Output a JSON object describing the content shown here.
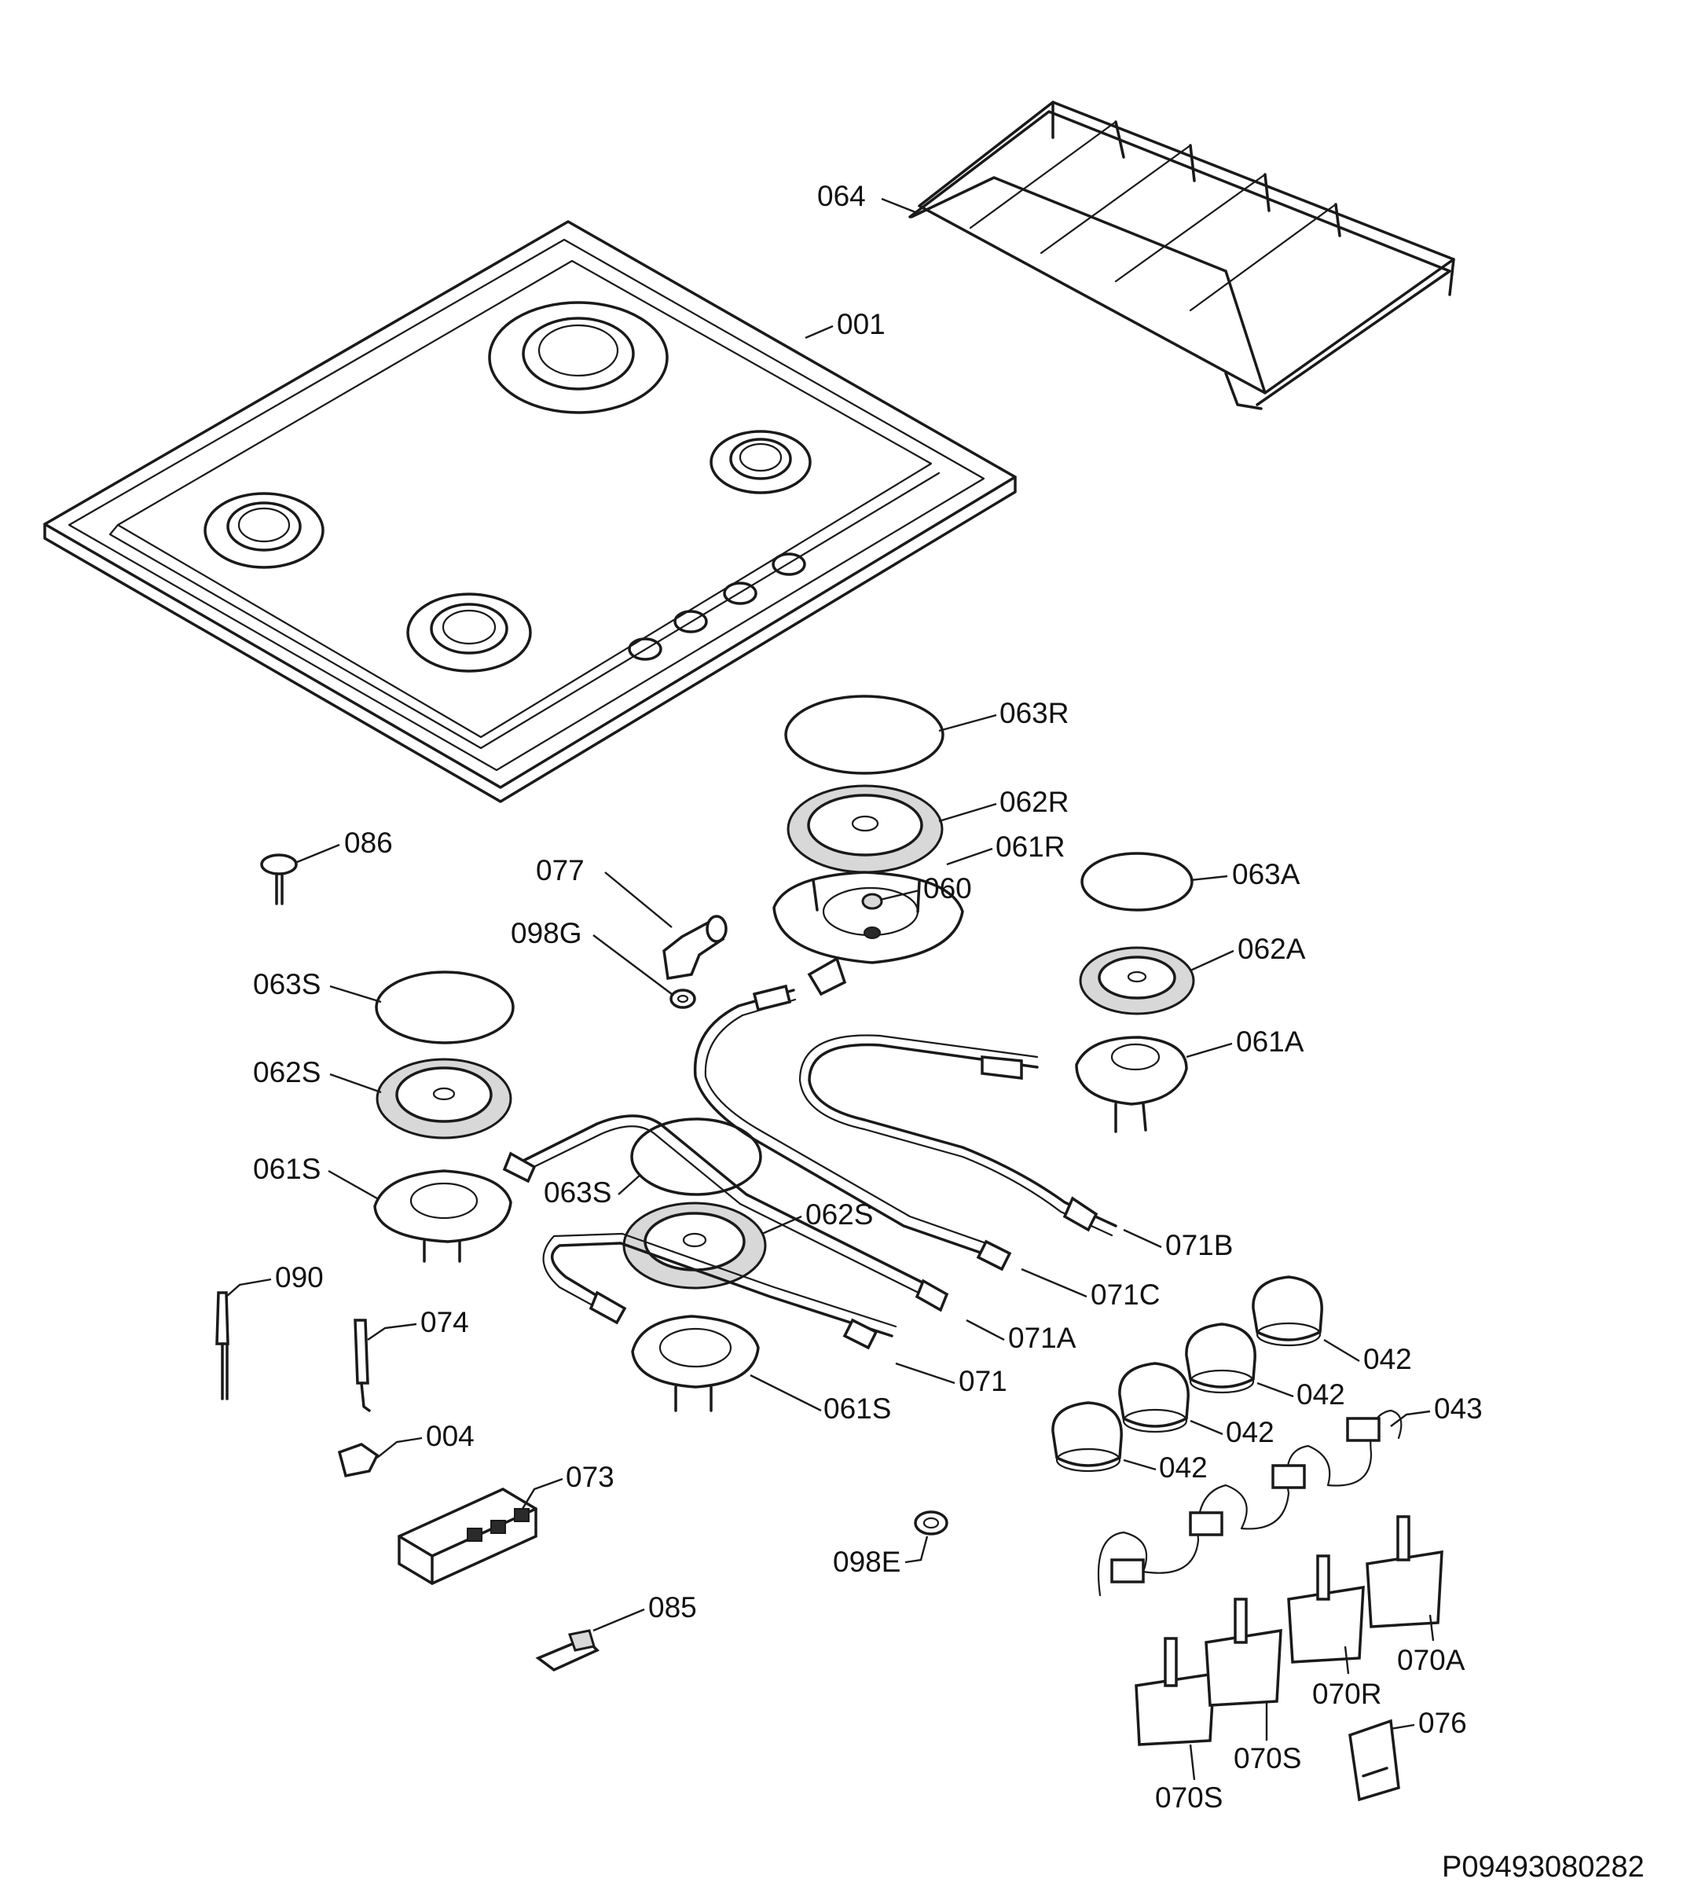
{
  "labels": {
    "l064": "064",
    "l001": "001",
    "l063R": "063R",
    "l062R": "062R",
    "l061R": "061R",
    "l060": "060",
    "l086": "086",
    "l077": "077",
    "l098G": "098G",
    "l063A": "063A",
    "l062A": "062A",
    "l061A": "061A",
    "l063S_a": "063S",
    "l062S_a": "062S",
    "l061S_a": "061S",
    "l063S_b": "063S",
    "l062S_b": "062S",
    "l071B": "071B",
    "l071C": "071C",
    "l071A": "071A",
    "l071": "071",
    "l061S_b": "061S",
    "l090": "090",
    "l074": "074",
    "l004": "004",
    "l073": "073",
    "l098E": "098E",
    "l085": "085",
    "l042_a": "042",
    "l042_b": "042",
    "l042_c": "042",
    "l042_d": "042",
    "l043": "043",
    "l070A": "070A",
    "l070R": "070R",
    "l070S_a": "070S",
    "l070S_b": "070S",
    "l076": "076"
  },
  "document_id": "P09493080282"
}
